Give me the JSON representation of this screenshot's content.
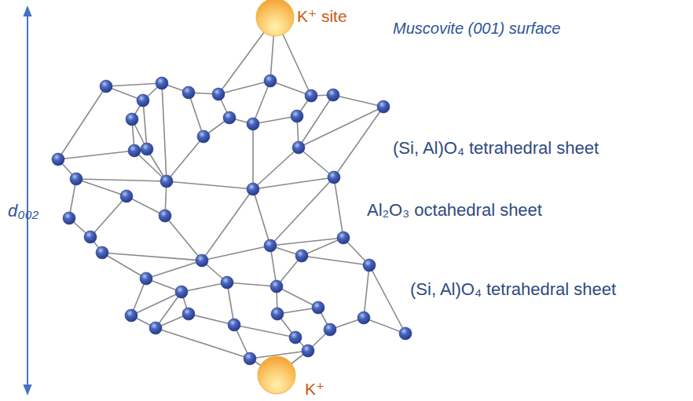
{
  "diagram": {
    "labels": [
      "K⁺ site",
      "Muscovite (001) surface",
      "(Si, Al)O₄ tetrahedral sheet",
      "d₀₀₂",
      "Al₂O₃ octahedral sheet",
      "(Si, Al)O₄ tetrahedral sheet",
      "K⁺"
    ]
  }
}
